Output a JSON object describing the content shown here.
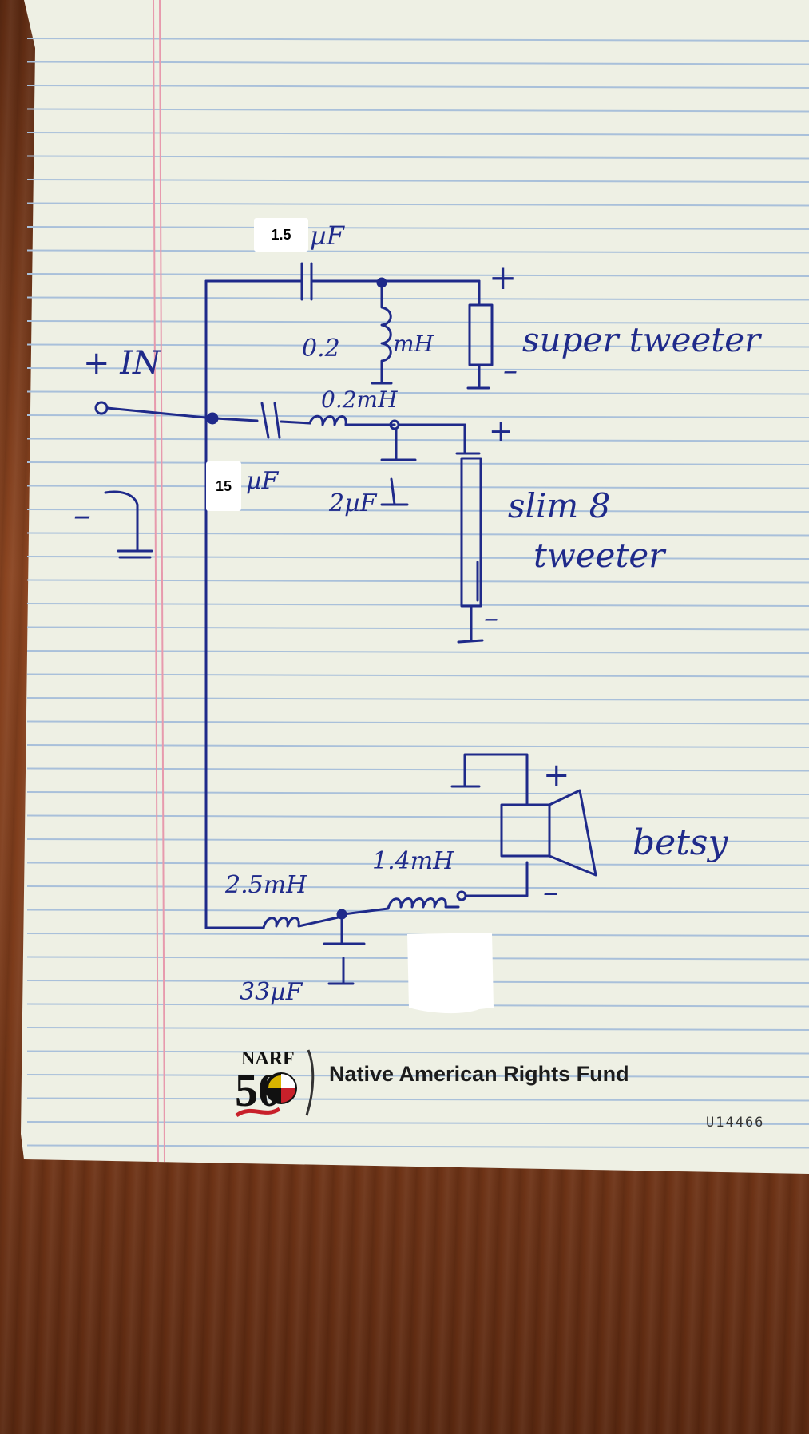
{
  "diagram": {
    "labels": {
      "input_plus": "+ IN",
      "input_minus": "–",
      "c1_value": "1.5",
      "c1_unit": "µF",
      "l1_value": "0.2",
      "l1_unit": "mH",
      "l2_label": "0.2mH",
      "c2_value": "15",
      "c2_unit": "µF",
      "c3_label": "2µF",
      "super_plus": "+",
      "super_minus": "–",
      "super_tweeter": "super tweeter",
      "slim_plus": "+",
      "slim_minus": "–",
      "slim_line1": "slim 8",
      "slim_line2": "tweeter",
      "betsy_plus": "+",
      "betsy_minus": "–",
      "betsy": "betsy",
      "l3_label": "2.5mH",
      "l4_label": "1.4mH",
      "c4_label": "33µF"
    }
  },
  "logo": {
    "acronym": "NARF",
    "anniversary": "50",
    "name": "Native American Rights Fund",
    "form_code": "U14466"
  },
  "colors": {
    "ink": "#1f2a8a",
    "paper": "#eef0e4",
    "rule_line": "#9fb8d6",
    "margin_line": "#e28aa0",
    "wood": "#7a3a1a"
  }
}
